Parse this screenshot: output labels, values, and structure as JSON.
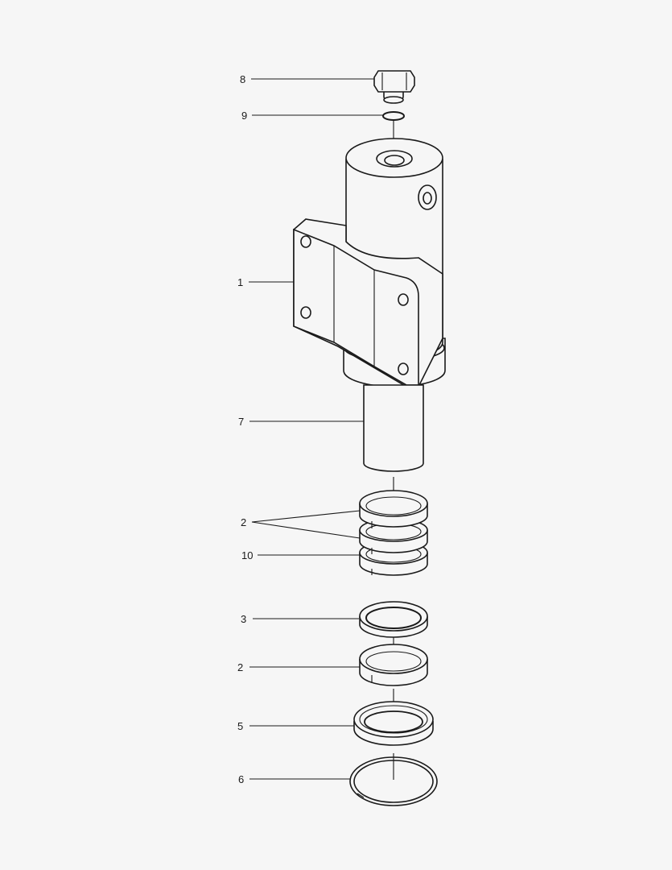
{
  "callouts": [
    {
      "id": "8",
      "label": "8",
      "part": "plug"
    },
    {
      "id": "9",
      "label": "9",
      "part": "o-ring"
    },
    {
      "id": "1",
      "label": "1",
      "part": "housing"
    },
    {
      "id": "7",
      "label": "7",
      "part": "piston"
    },
    {
      "id": "2a",
      "label": "2",
      "part": "ring"
    },
    {
      "id": "10",
      "label": "10",
      "part": "ring"
    },
    {
      "id": "3",
      "label": "3",
      "part": "seal"
    },
    {
      "id": "2b",
      "label": "2",
      "part": "ring"
    },
    {
      "id": "5",
      "label": "5",
      "part": "seal"
    },
    {
      "id": "6",
      "label": "6",
      "part": "snap-ring"
    }
  ]
}
